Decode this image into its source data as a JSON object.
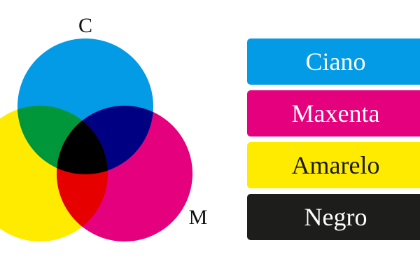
{
  "diagram": {
    "circles": [
      {
        "id": "cyan",
        "label": "C",
        "color": "#039be5"
      },
      {
        "id": "yellow",
        "label": "",
        "color": "#ffeb00"
      },
      {
        "id": "magenta",
        "label": "M",
        "color": "#e5007e"
      }
    ],
    "overlaps": {
      "cyan_yellow": "#00963a",
      "cyan_magenta": "#000083",
      "yellow_magenta": "#e60000",
      "all": "#000000"
    }
  },
  "legend": [
    {
      "label": "Ciano",
      "background": "#039be5",
      "text_color": "#ffffff"
    },
    {
      "label": "Maxenta",
      "background": "#e5007e",
      "text_color": "#ffffff"
    },
    {
      "label": "Amarelo",
      "background": "#ffeb00",
      "text_color": "#1a1a1a"
    },
    {
      "label": "Negro",
      "background": "#1d1d1b",
      "text_color": "#ffffff"
    }
  ]
}
